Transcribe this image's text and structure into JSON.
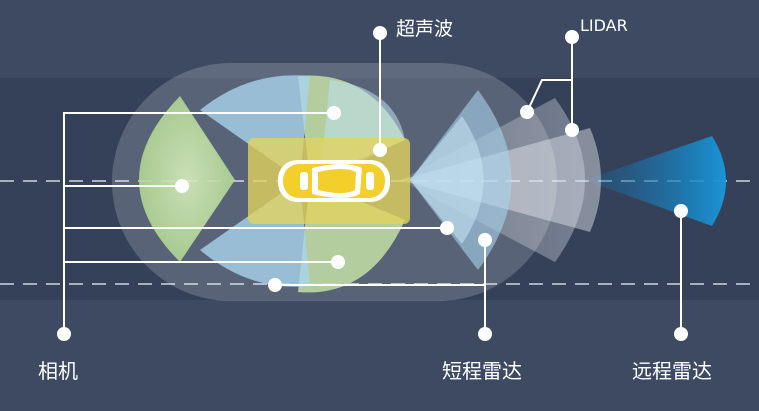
{
  "labels": {
    "ultrasonic": "超声波",
    "lidar": "LIDAR",
    "camera": "相机",
    "short_range_radar": "短程雷达",
    "long_range_radar": "远程雷达"
  },
  "colors": {
    "background": "#3d4a62",
    "road_band": "#344159",
    "lane_dash": "#c7ccd6",
    "camera_zone": "#b9d99a",
    "ultrasonic_zone": "#e3d35e",
    "short_radar_zone": "#a9d3ec",
    "long_radar_zone": "#1b8fd0",
    "lidar_zone": "#c3c8d2",
    "car_body": "#f2cf2a"
  }
}
